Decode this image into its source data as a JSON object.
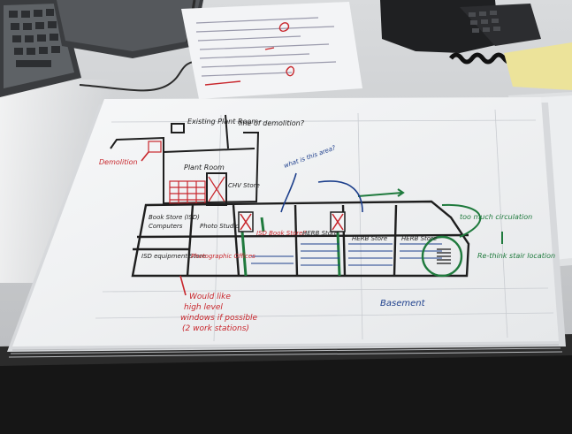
{
  "annotations": {
    "existing_plant_room": "Existing Plant Room",
    "line_of_demolition": "line of demolition?",
    "demolition": "Demolition",
    "plant_room": "Plant Room",
    "chv_store": "CHV Store",
    "book_store": "Book Store (ISD)",
    "computers": "Computers",
    "photo_studio": "Photo Studio",
    "isd_book_store": "ISD Book Store?",
    "herb_store_1": "HERB Store",
    "herb_store_2": "HERB Store",
    "herb_store_3": "HERB Store",
    "isd_equipment_store": "ISD equipment Store",
    "photographic_offices": "Photographic Offices",
    "what_is_this_area": "what is this area?",
    "too_much_circulation": "too much circulation",
    "rethink_stair_location": "Re-think stair location",
    "would_like_windows": [
      "Would like",
      "high level",
      "windows if possible",
      "(2 work stations)"
    ],
    "basement": "Basement"
  },
  "colors": {
    "red_marker": "#c8262c",
    "blue_marker": "#1d3f8c",
    "green_marker": "#1f7a3d",
    "black_marker": "#222222",
    "paper": "#f4f5f6",
    "desk": "#c9cbcd"
  },
  "objects": [
    "keyboard-icon",
    "binder-icon",
    "memo-page-icon",
    "telephone-icon",
    "sticky-note-icon",
    "paper-stack-icon"
  ]
}
